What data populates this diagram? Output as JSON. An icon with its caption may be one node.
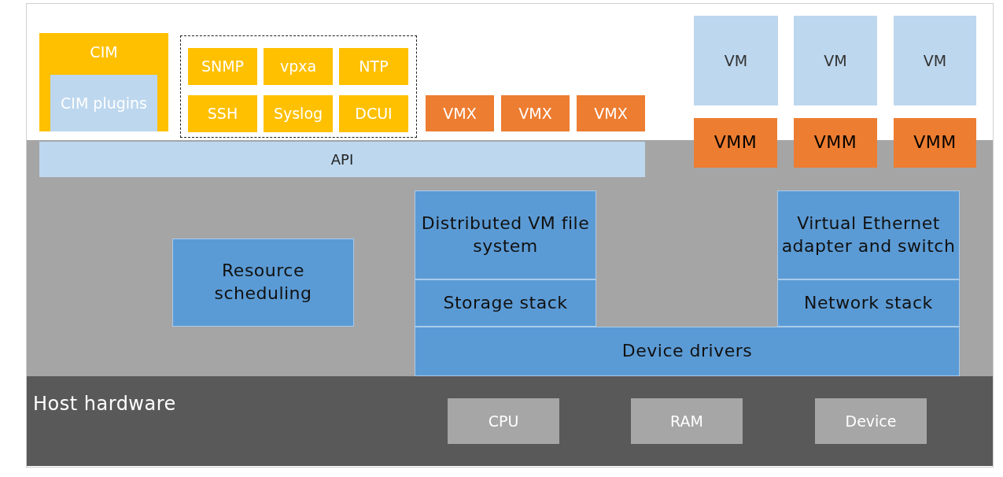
{
  "diagram": {
    "nodes": [
      {
        "text": [
          "CIM"
        ]
      },
      {
        "text": [
          "CIM plugins"
        ],
        "in": 0
      },
      {
        "text": [],
        "shape": "box"
      },
      {
        "text": [
          "SNMP"
        ],
        "in": 2
      },
      {
        "text": [
          "vpxa"
        ],
        "in": 2
      },
      {
        "text": [
          "NTP"
        ],
        "in": 2
      },
      {
        "text": [
          "SSH"
        ],
        "in": 2
      },
      {
        "text": [
          "Syslog"
        ],
        "in": 2
      },
      {
        "text": [
          "DCUI"
        ],
        "in": 2
      },
      {
        "text": [
          "VMX"
        ]
      },
      {
        "text": [
          "VMX"
        ]
      },
      {
        "text": [
          "VMX"
        ]
      },
      {
        "text": [
          "VM"
        ]
      },
      {
        "text": [
          "VM"
        ]
      },
      {
        "text": [
          "VM"
        ]
      },
      {
        "text": [
          "VMM"
        ]
      },
      {
        "text": [
          "VMM"
        ]
      },
      {
        "text": [
          "VMM"
        ]
      },
      {
        "text": [],
        "shape": "box"
      },
      {
        "text": [
          "API"
        ],
        "in": 18
      },
      {
        "text": [
          "Resource scheduling"
        ],
        "in": 18
      },
      {
        "text": [
          "Distributed VM file system"
        ],
        "in": 18
      },
      {
        "text": [
          "Virtual Ethernet adapter and switch"
        ],
        "in": 18
      },
      {
        "text": [
          "Storage stack"
        ],
        "in": 18
      },
      {
        "text": [
          "Network stack"
        ],
        "in": 18
      },
      {
        "text": [
          "Device drivers"
        ],
        "in": 18
      },
      {
        "text": [
          "Host hardware"
        ]
      },
      {
        "text": [
          "CPU"
        ],
        "in": 26
      },
      {
        "text": [
          "RAM"
        ],
        "in": 26
      },
      {
        "text": [
          "Device"
        ],
        "in": 26
      }
    ]
  }
}
